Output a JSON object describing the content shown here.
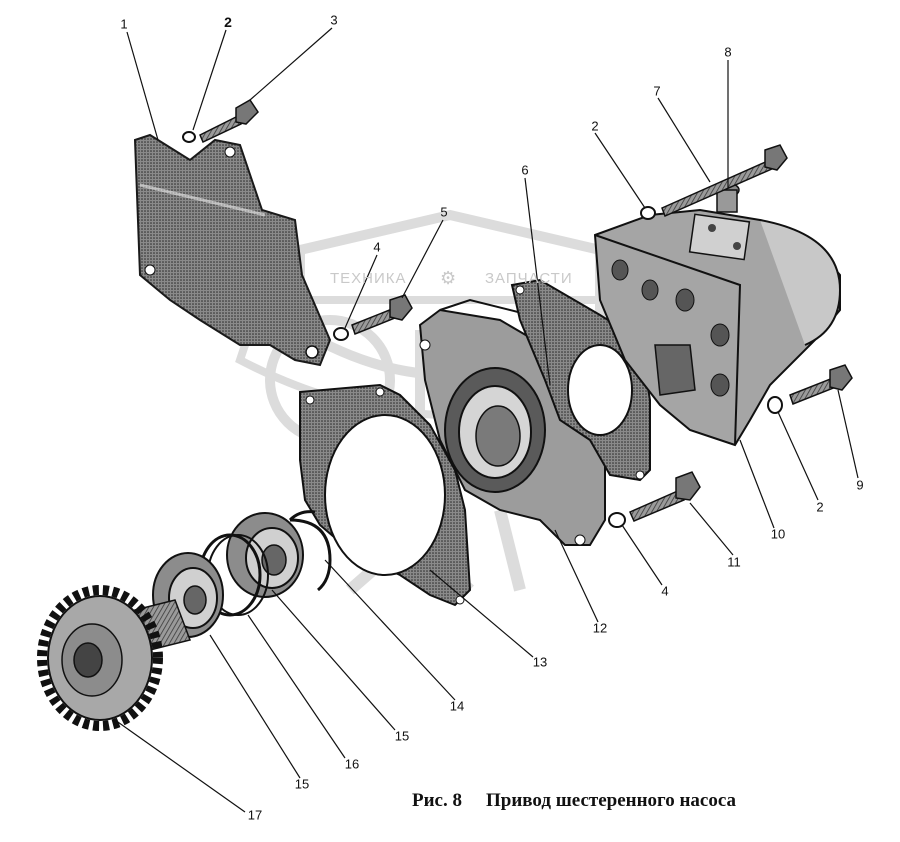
{
  "figure": {
    "caption_number": "Рис. 8",
    "caption_title": "Привод шестеренного насоса"
  },
  "watermark": {
    "left_text": "ТЕХНИКА",
    "right_text": "ЗАПЧАСТИ",
    "icon": "gear-icon"
  },
  "part_labels": [
    {
      "id": "p1",
      "text": "1"
    },
    {
      "id": "p2a",
      "text": "2"
    },
    {
      "id": "p3",
      "text": "3"
    },
    {
      "id": "p4a",
      "text": "4"
    },
    {
      "id": "p5",
      "text": "5"
    },
    {
      "id": "p6",
      "text": "6"
    },
    {
      "id": "p7",
      "text": "7"
    },
    {
      "id": "p8",
      "text": "8"
    },
    {
      "id": "p2b",
      "text": "2"
    },
    {
      "id": "p9",
      "text": "9"
    },
    {
      "id": "p2c",
      "text": "2"
    },
    {
      "id": "p10",
      "text": "10"
    },
    {
      "id": "p11",
      "text": "11"
    },
    {
      "id": "p4b",
      "text": "4"
    },
    {
      "id": "p12",
      "text": "12"
    },
    {
      "id": "p13",
      "text": "13"
    },
    {
      "id": "p14",
      "text": "14"
    },
    {
      "id": "p15a",
      "text": "15"
    },
    {
      "id": "p16",
      "text": "16"
    },
    {
      "id": "p15b",
      "text": "15"
    },
    {
      "id": "p17",
      "text": "17"
    }
  ],
  "colors": {
    "ink": "#1a1a1a",
    "shade": "#6e6e6e",
    "light_shade": "#b8b8b8",
    "watermark": "#d4d4d4"
  }
}
